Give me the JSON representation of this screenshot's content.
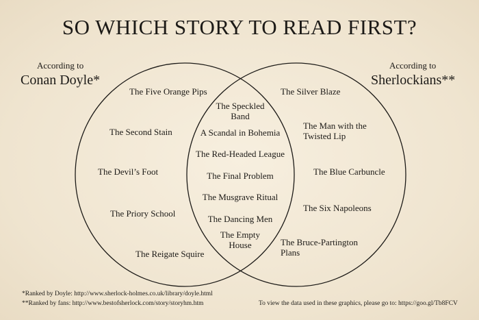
{
  "title": "SO WHICH STORY TO READ FIRST?",
  "left": {
    "prefix": "According to",
    "name": "Conan Doyle*",
    "stories": [
      "The Five Orange Pips",
      "The Second Stain",
      "The Devil’s Foot",
      "The Priory School",
      "The Reigate Squire"
    ]
  },
  "right": {
    "prefix": "According to",
    "name": "Sherlockians**",
    "stories": [
      "The Silver Blaze",
      "The Man with the Twisted Lip",
      "The Blue Carbuncle",
      "The Six Napoleons",
      "The Bruce-Partington Plans"
    ]
  },
  "both": {
    "stories": [
      "The Speckled Band",
      "A Scandal in Bohemia",
      "The Red-Headed League",
      "The Final Problem",
      "The Musgrave Ritual",
      "The Dancing Men",
      "The Empty House"
    ]
  },
  "footnotes": {
    "doyle": "*Ranked by Doyle: http://www.sherlock-holmes.co.uk/library/doyle.html",
    "fans": "**Ranked by fans: http://www.bestofsherlock.com/story/storyhm.htm",
    "data": "To view the data used in these graphics, please go to: https://goo.gl/Tb8FCV"
  }
}
